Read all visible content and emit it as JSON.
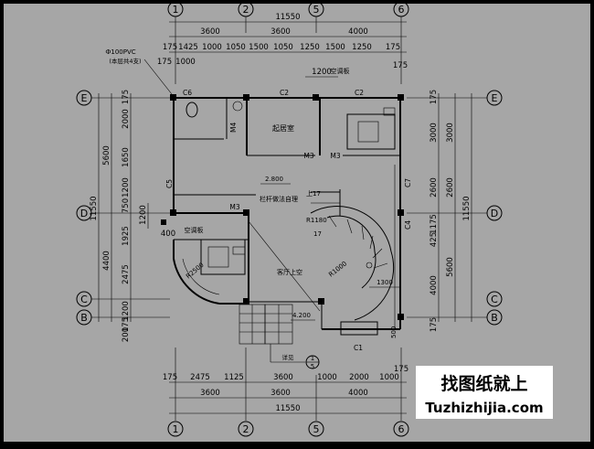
{
  "axes": {
    "top": [
      "1",
      "2",
      "5",
      "6"
    ],
    "bottom": [
      "1",
      "2",
      "5",
      "6"
    ],
    "left": [
      "E",
      "D",
      "C",
      "B"
    ],
    "right": [
      "E",
      "D",
      "C",
      "B"
    ]
  },
  "dims": {
    "top_total": "11550",
    "top_mid": [
      "3600",
      "3600",
      "4000"
    ],
    "top_detail": [
      "175",
      "1425",
      "1000",
      "1050",
      "1500",
      "1050",
      "1250",
      "1500",
      "1250",
      "175"
    ],
    "top_small": [
      "175",
      "1000"
    ],
    "top_window": "1200",
    "bottom_detail": [
      "175",
      "2475",
      "1125",
      "3600",
      "1000",
      "2000",
      "1000",
      "175"
    ],
    "bottom_mid": [
      "3600",
      "3600",
      "4000"
    ],
    "bottom_total": "11550",
    "left_total": "11550",
    "left_mid": [
      "5600",
      "4400"
    ],
    "left_detail": [
      "175",
      "2000",
      "1650",
      "1200",
      "750",
      "1925",
      "2475",
      "1200",
      "175",
      "200"
    ],
    "left_side": [
      "1200",
      "400"
    ],
    "right_total": "11550",
    "right_mid": [
      "3000",
      "2600",
      "5600"
    ],
    "right_detail": [
      "175",
      "3000",
      "2600",
      "1175",
      "425",
      "4000",
      "175"
    ],
    "elev": "2.800",
    "elev2": "4.200",
    "stair_width": "1300",
    "r_arc_1": "R1180",
    "r_arc_2": "R1000",
    "r_arc_3": "R2500",
    "h_bot": "500"
  },
  "labels": {
    "pvc_note_1": "Ф100PVC",
    "pvc_note_2": "(本层共4支)",
    "ac_1": "空调板",
    "ac_2": "空调板",
    "bedroom": "起居室",
    "railing": "栏杆做法自理",
    "living_void": "客厅上空",
    "stair_up": "上17",
    "stair_num": "17",
    "section": "1",
    "section_sub": "5",
    "bottom_note": "详见",
    "c1": "C1",
    "c2a": "C2",
    "c2b": "C2",
    "c4": "C4",
    "c5": "C5",
    "c6": "C6",
    "c7": "C7",
    "m3a": "M3",
    "m3b": "M3",
    "m3c": "M3",
    "m4": "M4"
  },
  "watermark": {
    "title": "找图纸就上",
    "url": "Tuzhizhijia.com"
  },
  "colors": {
    "background": "#a6a6a6",
    "frame": "#000000",
    "watermark_bg": "#ffffff",
    "watermark_text": "#000000"
  }
}
